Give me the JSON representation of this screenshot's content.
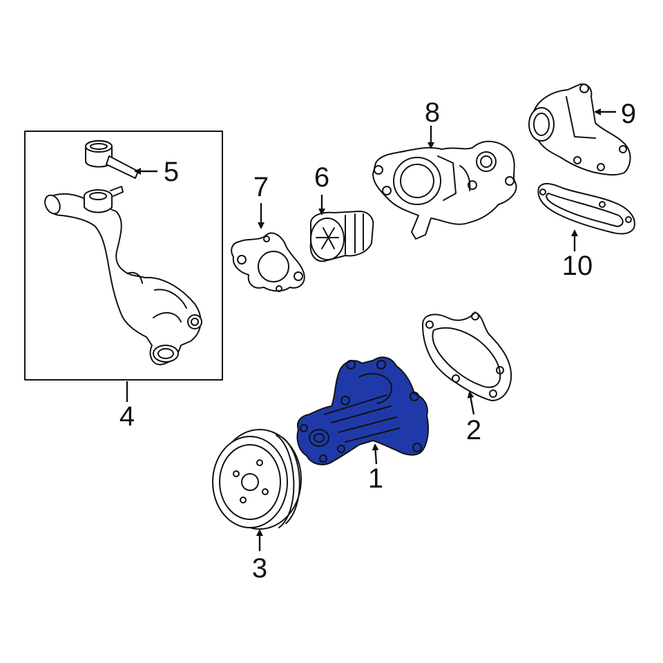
{
  "diagram": {
    "colors": {
      "highlight": "#1f3aa8",
      "line": "#111111",
      "background": "#ffffff"
    },
    "callouts": {
      "c1": "1",
      "c2": "2",
      "c3": "3",
      "c4": "4",
      "c5": "5",
      "c6": "6",
      "c7": "7",
      "c8": "8",
      "c9": "9",
      "c10": "10"
    }
  }
}
